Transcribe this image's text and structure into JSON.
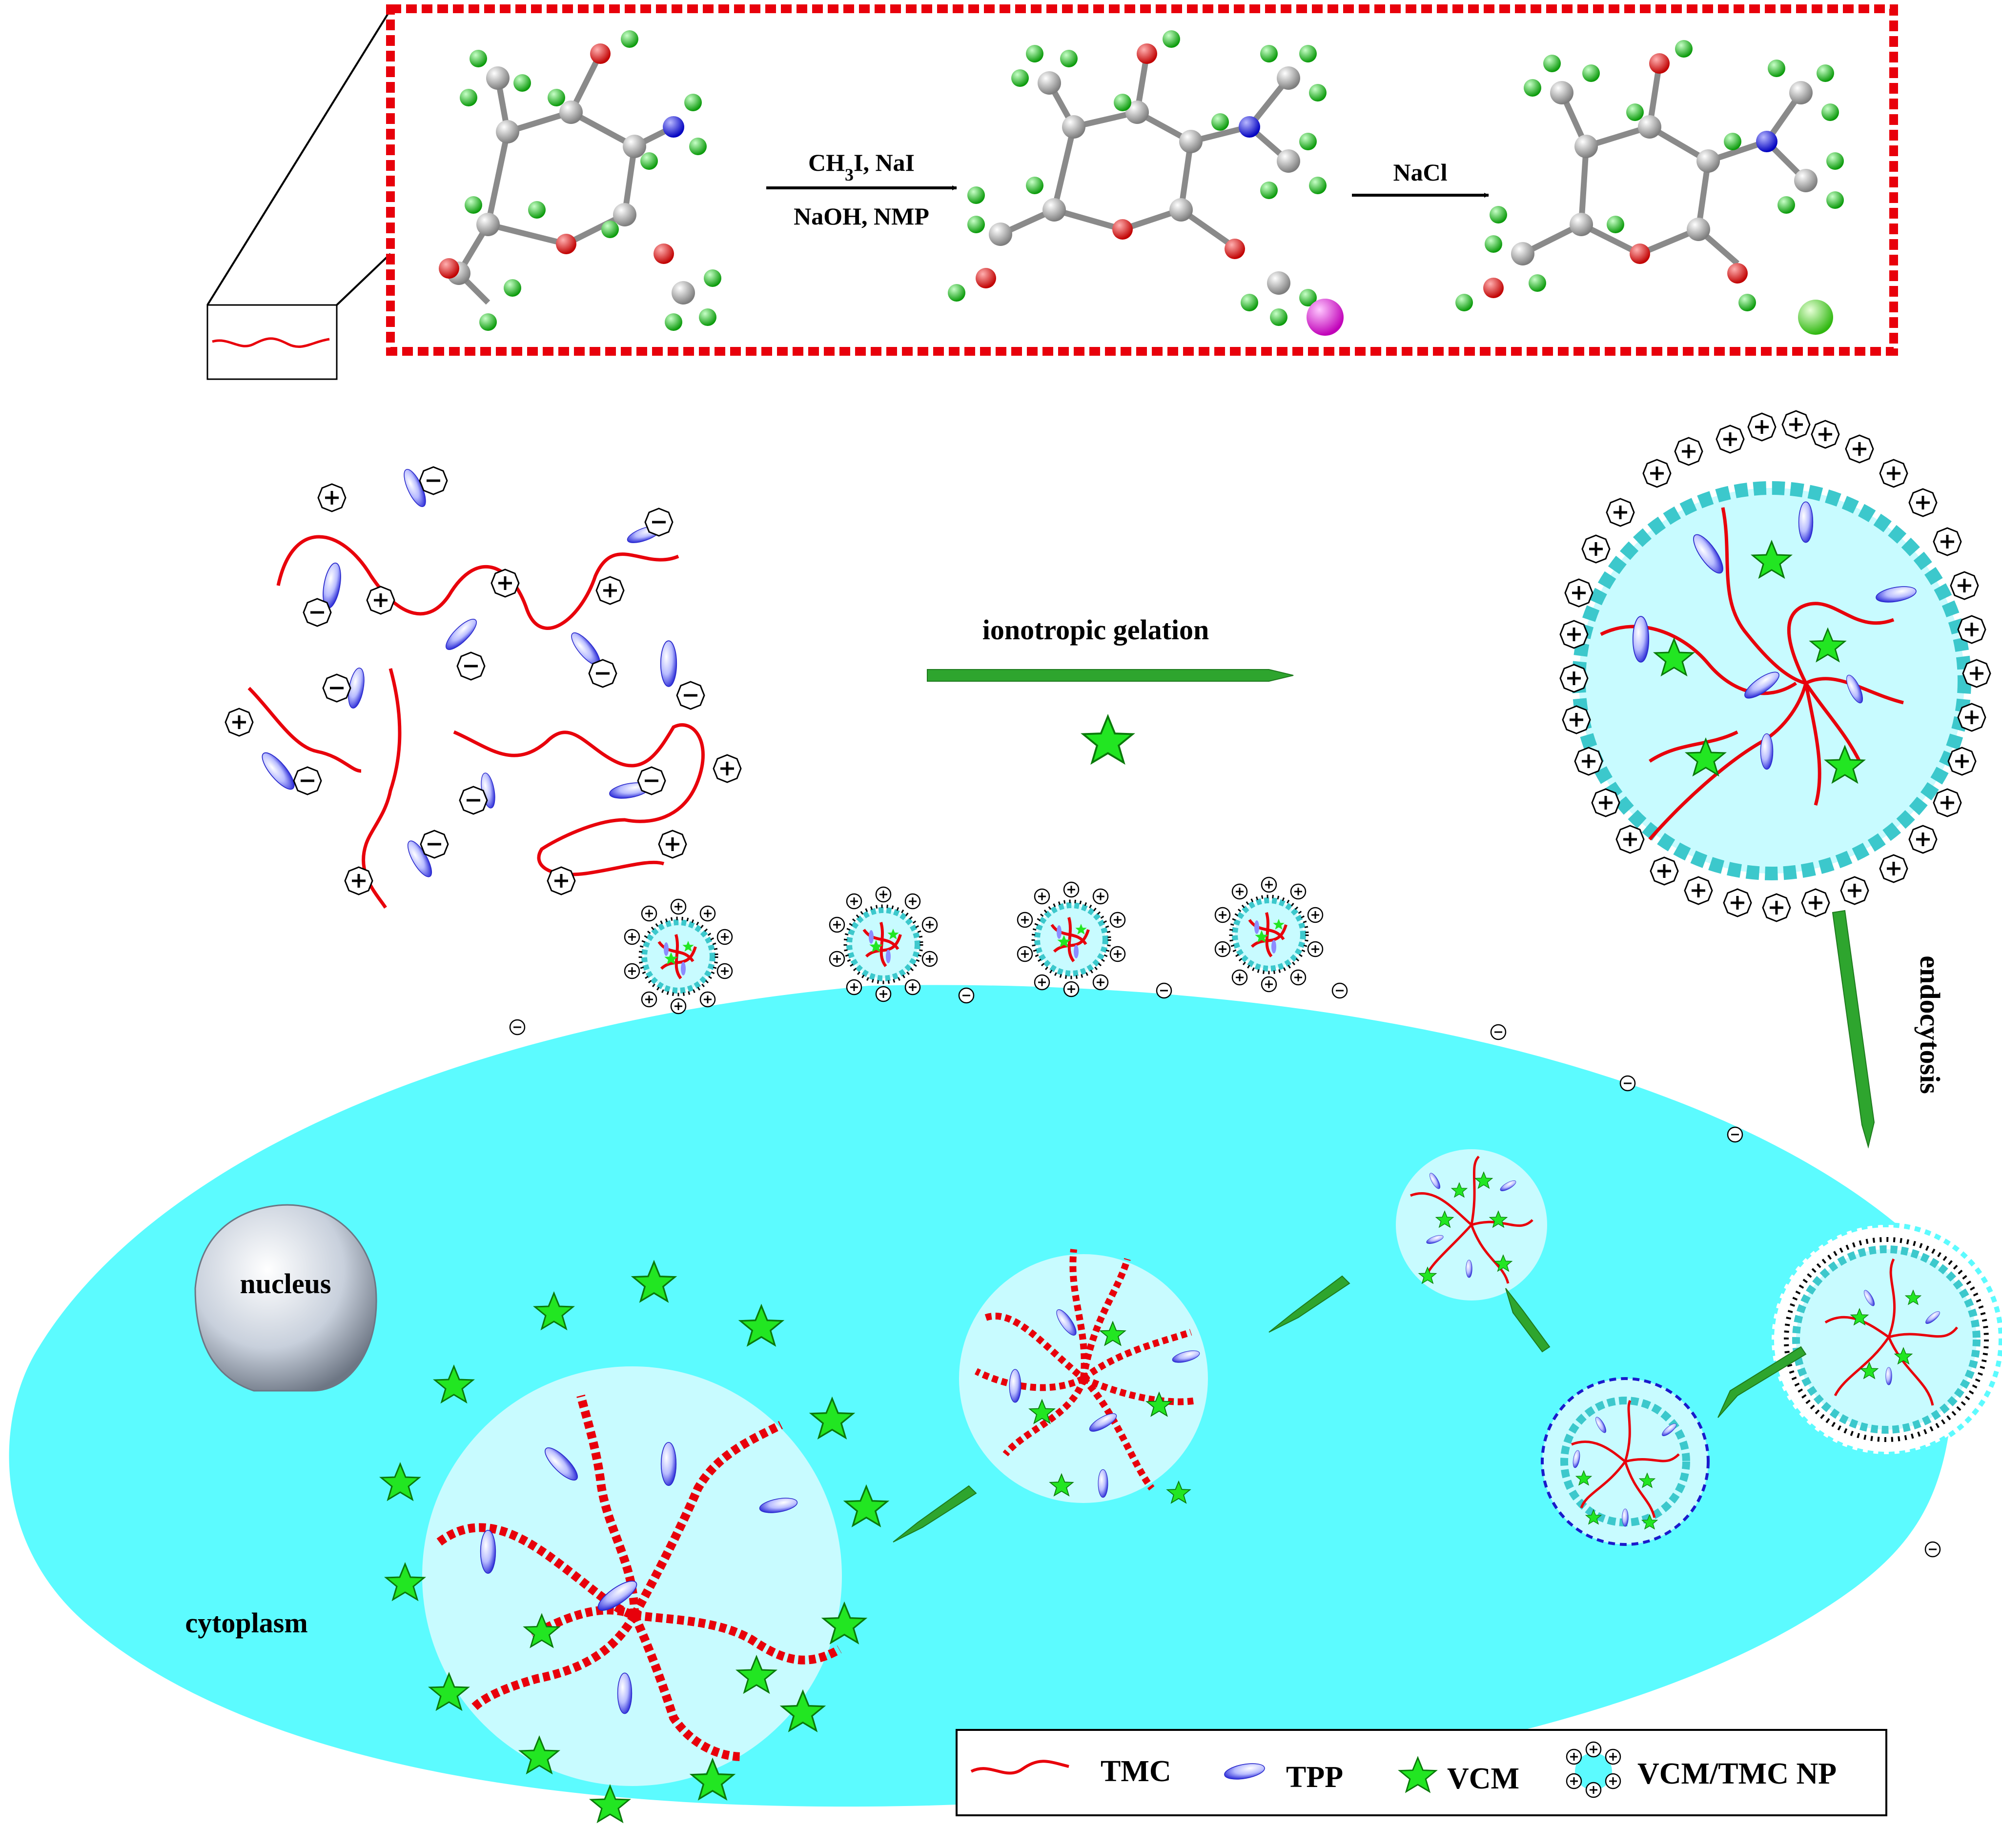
{
  "reaction": {
    "step1_reagents_top": "CH3I, NaI",
    "step1_reagents_bottom": "NaOH, NMP",
    "step2_reagent": "NaCl"
  },
  "process": {
    "gelation_label": "ionotropic gelation",
    "endocytosis_label": "endocytosis"
  },
  "cell": {
    "nucleus_label": "nucleus",
    "cytoplasm_label": "cytoplasm"
  },
  "legend": {
    "tmc": "TMC",
    "tpp": "TPP",
    "vcm": "VCM",
    "np": "VCM/TMC NP"
  },
  "colors": {
    "chain": "#e8000b",
    "tpp": "#3a3ae0",
    "drug": "#22e622",
    "cytoplasm": "#5cfbff",
    "particle_shell": "#3cc8cc",
    "carbon_atom": "#9a9a9a",
    "hydrogen_atom": "#14c814",
    "oxygen_atom": "#e80000",
    "nitrogen_atom": "#1010e0",
    "iodide_ion": "#e020d8",
    "chloride_ion": "#40e020"
  },
  "icons": [
    "plus-charge-icon",
    "minus-charge-icon",
    "star-drug-icon",
    "ellipse-tpp-icon",
    "arrow-icon"
  ]
}
